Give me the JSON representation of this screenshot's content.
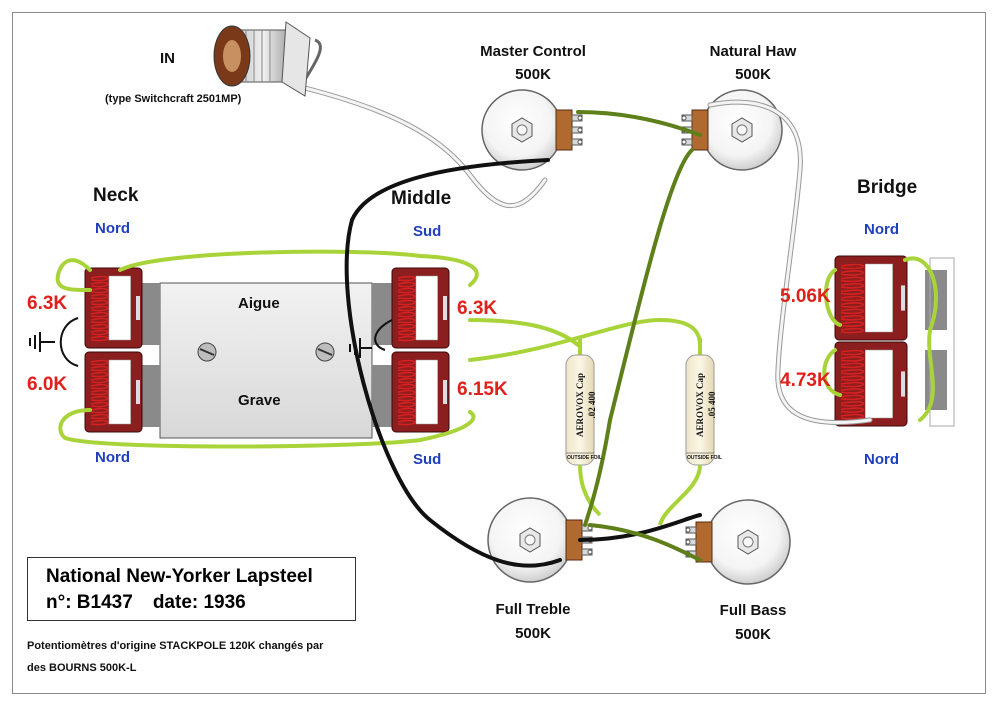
{
  "jack": {
    "title": "IN",
    "subtitle": "(type Switchcraft 2501MP)"
  },
  "pots": [
    {
      "id": "master",
      "name": "Master Control",
      "value": "500K"
    },
    {
      "id": "natural",
      "name": "Natural Haw",
      "value": "500K"
    },
    {
      "id": "treble",
      "name": "Full Treble",
      "value": "500K"
    },
    {
      "id": "bass",
      "name": "Full Bass",
      "value": "500K"
    }
  ],
  "pickups": {
    "neck": {
      "title": "Neck",
      "top_pole": "Nord",
      "bottom_pole": "Nord",
      "top_res": "6.3K",
      "bottom_res": "6.0K"
    },
    "middle": {
      "title": "Middle",
      "top_pole": "Sud",
      "bottom_pole": "Sud",
      "top_res": "6.3K",
      "bottom_res": "6.15K"
    },
    "bridge": {
      "title": "Bridge",
      "top_pole": "Nord",
      "bottom_pole": "Nord",
      "top_res": "5.06K",
      "bottom_res": "4.73K"
    }
  },
  "plate": {
    "top_label": "Aigue",
    "bottom_label": "Grave"
  },
  "capacitors": [
    {
      "brand": "AEROVOX Cap",
      "value": ".02 400",
      "foil": "OUTSIDE FOIL"
    },
    {
      "brand": "AEROVOX Cap",
      "value": ".05 400",
      "foil": "OUTSIDE FOIL"
    }
  ],
  "info": {
    "model": "National New-Yorker Lapsteel",
    "serial": "n°: B1437",
    "date": "date: 1936"
  },
  "note": {
    "line1": "Potentiomètres  d'origine STACKPOLE 120K changés par",
    "line2": "des BOURNS 500K-L"
  },
  "colors": {
    "coil_red": "#d42020",
    "bobbin": "#8b1e1e",
    "wire_green": "#a8d43a",
    "wire_olive": "#5e7f1a",
    "wire_black": "#111111",
    "wire_white": "#e8e8e8",
    "pole_blue": "#1f3fbf",
    "res_red": "#e0201a"
  }
}
